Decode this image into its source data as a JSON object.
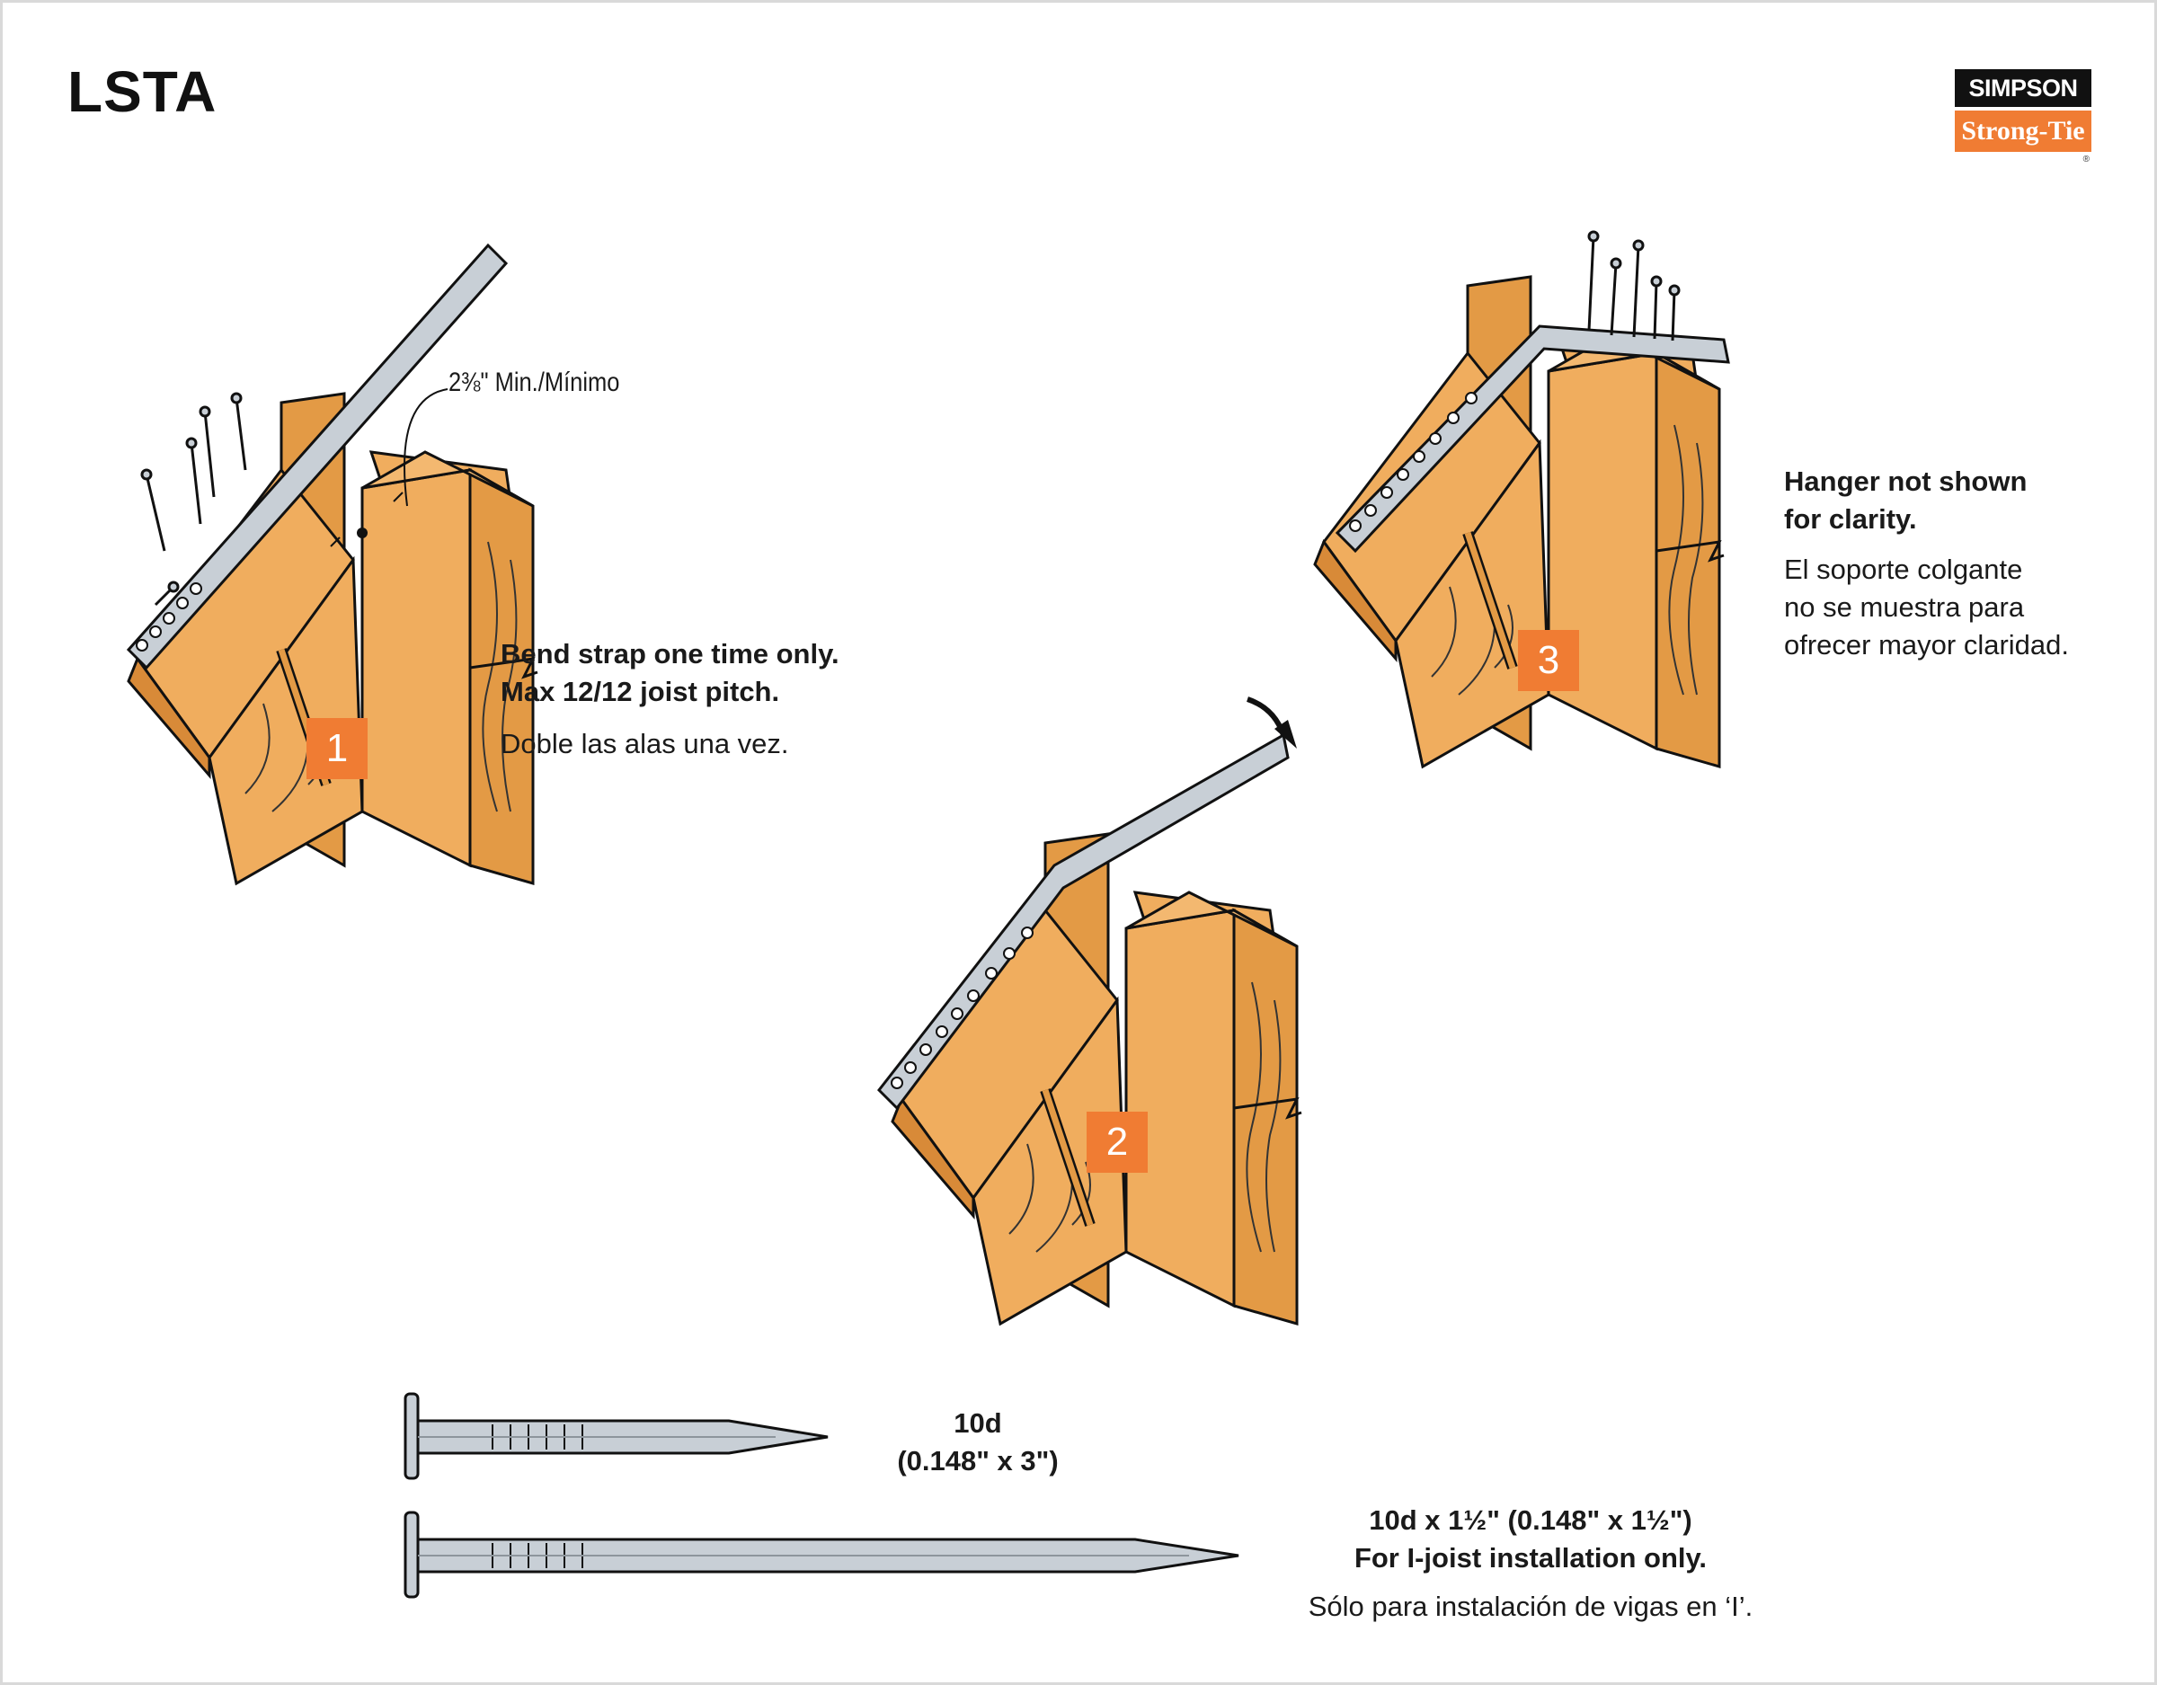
{
  "title": "LSTA",
  "logo": {
    "top": "SIMPSON",
    "bottom": "Strong-Tie",
    "registered": "®"
  },
  "dimension_label": "2⅜\" Min./Mínimo",
  "steps": [
    {
      "number": "1",
      "bold_lines": [
        "Bend strap one time only.",
        "Max 12/12 joist pitch."
      ],
      "spanish": [
        "Doble las alas una vez."
      ]
    },
    {
      "number": "2"
    },
    {
      "number": "3",
      "bold_lines": [
        "Hanger not shown",
        "for clarity."
      ],
      "spanish": [
        "El soporte colgante",
        "no se muestra para",
        "ofrecer mayor claridad."
      ]
    }
  ],
  "nails": [
    {
      "bold_lines": [
        "10d",
        "(0.148\" x 3\")"
      ]
    },
    {
      "bold_lines": [
        "10d x 1½\" (0.148\" x 1½\")",
        "For I-joist installation only."
      ],
      "spanish": "Sólo para instalación de vigas en ‘I’."
    }
  ],
  "colors": {
    "wood": "#f0ad5e",
    "wood_dark": "#e39a45",
    "strap": "#c8cfd6",
    "accent": "#f07c33",
    "outline": "#111111"
  }
}
